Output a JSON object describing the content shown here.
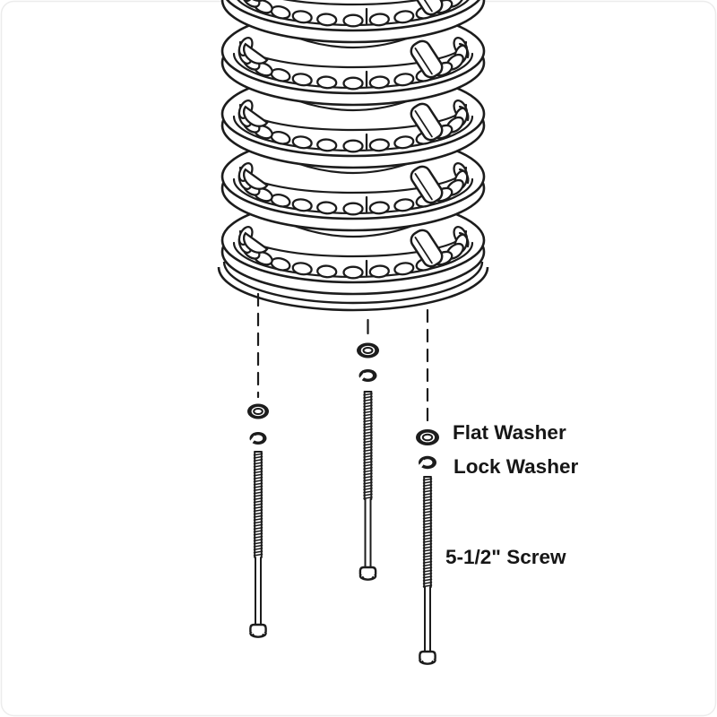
{
  "canvas": {
    "background": "#ffffff",
    "frame_color": "#ececec",
    "ink": "#1c1c1c"
  },
  "labels": {
    "flat_washer": "Flat Washer",
    "lock_washer": "Lock Washer",
    "screw": "5-1/2\" Screw"
  },
  "assembly": {
    "ring_count": 5,
    "fastener_sets": 3,
    "parts": [
      "Flat Washer",
      "Lock Washer",
      "5-1/2\" Screw"
    ]
  }
}
